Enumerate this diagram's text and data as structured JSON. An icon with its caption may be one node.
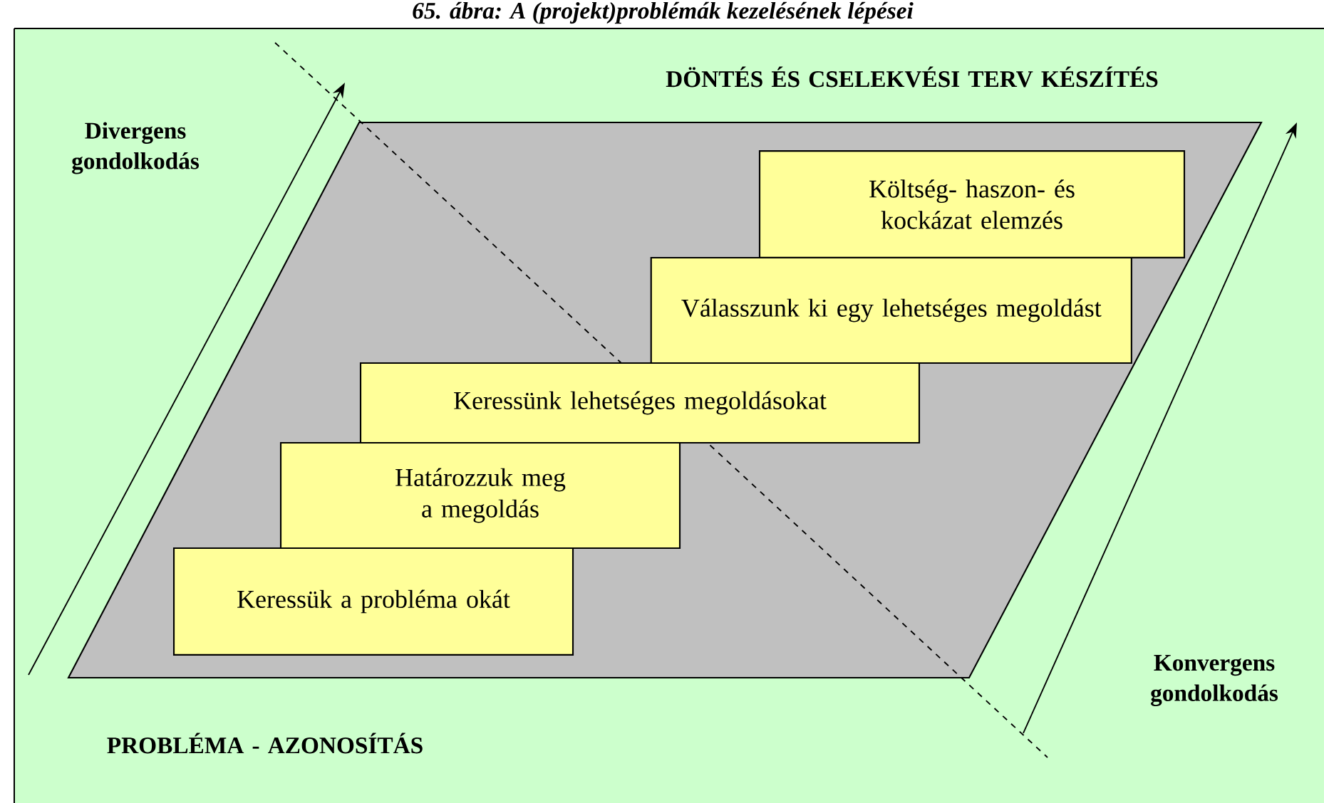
{
  "diagram": {
    "title": "65. ábra: A (projekt)problémák kezelésének lépései",
    "nodes": [
      {
        "text": [],
        "shape": "parallelogram"
      },
      {
        "text": [
          "Keressük a probléma okát"
        ],
        "in": 0
      },
      {
        "text": [
          "Határozzuk meg a megoldás"
        ],
        "in": 0
      },
      {
        "text": [
          "Keressünk lehetséges megoldásokat"
        ],
        "in": 0
      },
      {
        "text": [
          "Válasszunk ki egy lehetséges megoldást"
        ],
        "in": 0
      },
      {
        "text": [
          "Költség- haszon- és kockázat elemzés"
        ],
        "in": 0
      }
    ],
    "labels": [
      "DÖNTÉS ÉS CSELEKVÉSI TERV KÉSZÍTÉS",
      "Divergens gondolkodás",
      "Konvergens gondolkodás",
      "PROBLÉMA - AZONOSÍTÁS"
    ]
  }
}
